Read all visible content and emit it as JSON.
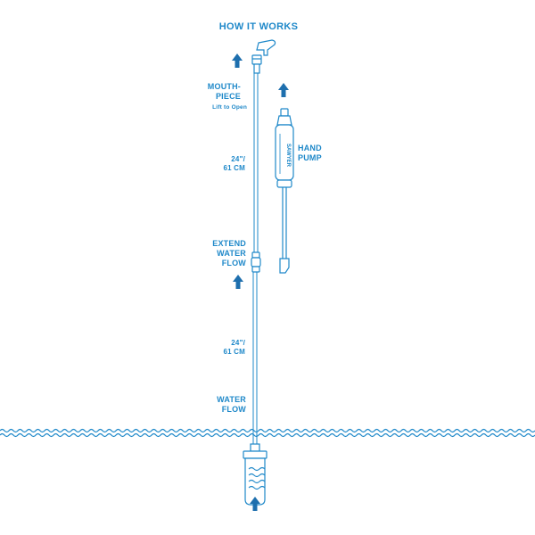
{
  "title": "HOW IT WORKS",
  "labels": {
    "mouthpiece_line1": "MOUTH-",
    "mouthpiece_line2": "PIECE",
    "mouthpiece_sub": "Lift to Open",
    "hose_length_top_line1": "24\"/",
    "hose_length_top_line2": "61 CM",
    "extend_line1": "EXTEND",
    "extend_line2": "WATER",
    "extend_line3": "FLOW",
    "hose_length_bottom_line1": "24\"/",
    "hose_length_bottom_line2": "61 CM",
    "water_flow_line1": "WATER",
    "water_flow_line2": "FLOW",
    "hand_pump_line1": "HAND",
    "hand_pump_line2": "PUMP",
    "pump_brand": "SAWYER"
  },
  "colors": {
    "line": "#1e88c9",
    "arrow": "#1e6fae",
    "water": "#1e88c9"
  },
  "icons": [
    "up-arrow-icon",
    "mouthpiece-icon",
    "hand-pump-icon",
    "filter-cartridge-icon",
    "water-waves-icon"
  ]
}
